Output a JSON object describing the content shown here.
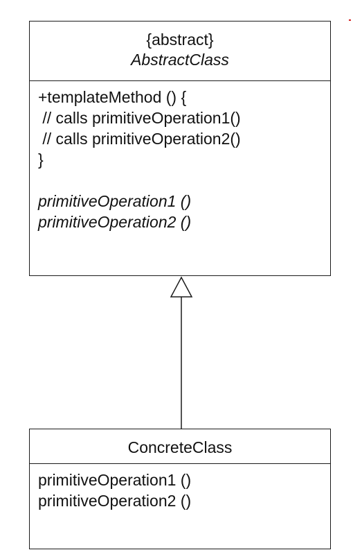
{
  "abstract_class": {
    "stereotype": "{abstract}",
    "name": "AbstractClass",
    "template_method": [
      "+templateMethod () {",
      " // calls primitiveOperation1()",
      " // calls primitiveOperation2()",
      "}"
    ],
    "abstract_operations": [
      "primitiveOperation1 ()",
      "primitiveOperation2 ()"
    ]
  },
  "concrete_class": {
    "name": "ConcreteClass",
    "operations": [
      "primitiveOperation1 ()",
      "primitiveOperation2 ()"
    ]
  },
  "relationship": {
    "type": "generalization",
    "from": "ConcreteClass",
    "to": "AbstractClass"
  },
  "colors": {
    "line": "#1a1a1a",
    "background": "#ffffff",
    "mark": "#d42020"
  }
}
